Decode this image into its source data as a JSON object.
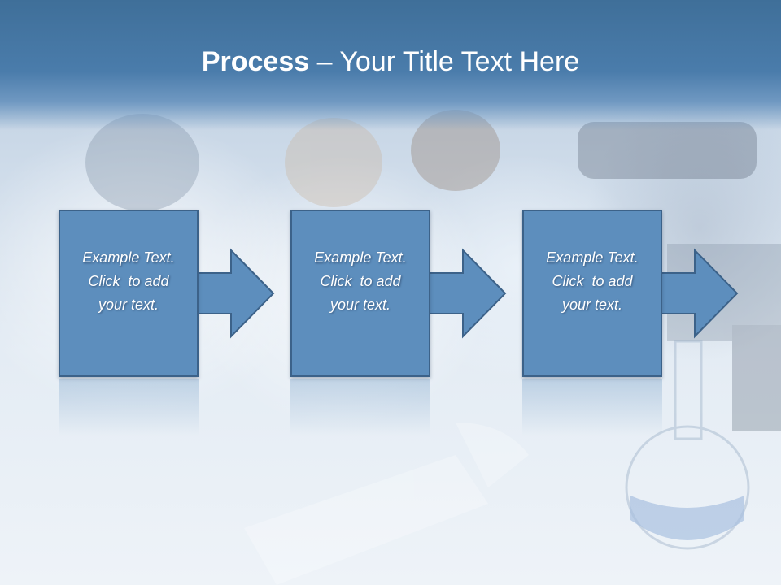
{
  "slide": {
    "title_bold": "Process",
    "title_rest": " – Your Title Text Here",
    "steps": [
      {
        "line1": "Example Text.",
        "line2": "Click  to add",
        "line3": "your text."
      },
      {
        "line1": "Example Text.",
        "line2": "Click  to add",
        "line3": "your text."
      },
      {
        "line1": "Example Text.",
        "line2": "Click  to add",
        "line3": "your text."
      }
    ]
  },
  "colors": {
    "header": "#4a7cab",
    "box_fill": "#5d8ebd",
    "box_border": "#3c6289",
    "text": "#ffffff"
  }
}
